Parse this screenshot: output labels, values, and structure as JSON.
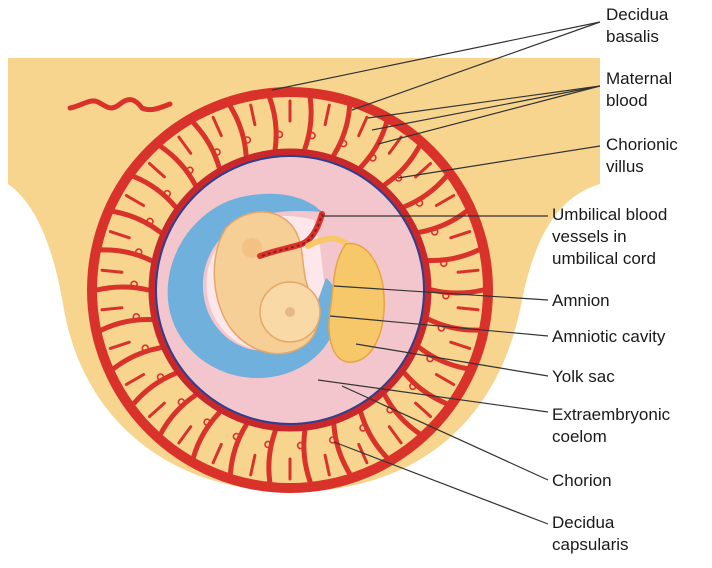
{
  "labels": {
    "decidua_basalis": "Decidua\nbasalis",
    "maternal_blood": "Maternal\nblood",
    "chorionic_villus": "Chorionic\nvillus",
    "umbilical_vessels": "Umbilical blood\nvessels in\numbilical cord",
    "amnion": "Amnion",
    "amniotic_cavity": "Amniotic cavity",
    "yolk_sac": "Yolk sac",
    "extraembryonic_coelom": "Extraembryonic\ncoelom",
    "chorion": "Chorion",
    "decidua_capsularis": "Decidua\ncapsularis"
  },
  "colors": {
    "uterine_tissue": "#f7d58f",
    "vessel_red": "#d9322b",
    "coelom_pink": "#f2c6cc",
    "amnion_blue": "#6fb0dc",
    "embryo": "#f6cf96",
    "yolk_sac": "#f6c86a",
    "leader_line": "#333333"
  }
}
